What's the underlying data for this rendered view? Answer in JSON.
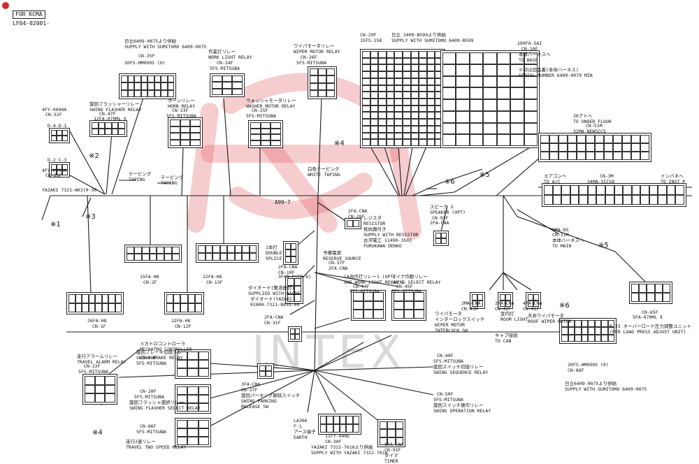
{
  "header": {
    "tag": "FOR KCMA",
    "code": "LF04-02001-"
  },
  "harness_label": "A99-7",
  "watermark_text": "INTEX",
  "markers": [
    "※1",
    "※2",
    "※3",
    "※4",
    "※5",
    "※6"
  ],
  "labels": {
    "l_4fy_1": "4FY-0090A",
    "l_cn32f": "CN-32F",
    "l_4fy_2": "4FY-0090A",
    "l_cn33f": "CN-33F",
    "l_yazaki_1": "YAZAKI 7321-W63[0-30",
    "l_swing_flasher": "旋回フラッシャーリレー\nSWING FLASHER RELAY",
    "l_cn47f": "CN-47F",
    "l_12fa_070ml": "12FA-070ML Ⅱ",
    "l_supply_35f": "日立6409-0075より供給\nSUPPLY WITH SUMITOMO 6409-0075",
    "l_cn35f": "CN-35F",
    "l_20fs": "20FS-HM090S (0)",
    "l_work_light": "作業灯リレー\nWORK LIGHT RELAY",
    "l_cn24f": "CN-24F",
    "l_5fs_24": "5FS-MITSUBA",
    "l_horn_relay": "ホーンリレー\nHORN RELAY",
    "l_cn23f": "CN-23F",
    "l_5fs_23": "5FS-MITSUBA",
    "l_wiper_motor_relay": "ワイパモータリレー\nWIPER MOTOR RELAY",
    "l_cn26f": "CN-26F",
    "l_5fs_26": "5FS-MITSUBA",
    "l_washer_motor": "ウォッシャモータリレー\nWASHER MOTOR RELAY",
    "l_cn25f": "CN-25F",
    "l_5fs_25": "5FS-MITSUBA",
    "l_taping_1": "テーピング\nTAPING",
    "l_taping_2": "テーピング\nTAPING",
    "l_white_taping": "白色テーピング\nWHITE TAPING",
    "l_cn29f": "CN-29F",
    "l_15fs": "15FS-158",
    "l_supply_bsp": "日立 3409-B599より供給\nSUPPLY WITH SUMITOMO 6409-B599",
    "l_100fa": "100FA-SAI",
    "l_cn10f": "CN-10F",
    "l_to_base": "本体ハーネスへ\nTO BASE",
    "l_cn_note": "※印は旧品番(本体ハーネス)\nSERIAL NUMBER 6409-0079 MIN",
    "l_20pt": "20アトへ\nTO UNDER FLOOR",
    "l_cn51m": "CN-51M",
    "l_32ma": "32MA-NEWSCCS",
    "l_aircon": "エアコンへ\nTO A/C",
    "l_cn3m": "CN-3M",
    "l_34ma": "34MA-SCCS8",
    "l_inpane": "インパネへ\nTO INST P",
    "l_2fa_cn28f": "2FA-CNA\nCN-28F",
    "l_resistor": "レジスタ\nRESISTOR",
    "l_supply_resistor": "抵抗器付き\nSUPPLY WITH RESISTOR",
    "l_furukawa": "古河電工 11490-3503\nFURUKAWA DENKO",
    "l_speaker": "スピーカ S\nSPEAKER (OPT)",
    "l_cn93f": "CN-93F",
    "l_2fa_93": "2FA-CNA",
    "l_3ma": "3MA-DS",
    "l_cn11m": "CN-11M",
    "l_to_main": "本体ハーネスへ\nTO MAIN",
    "l_15fa_h8": "15FA-H8",
    "l_cn2f": "CN-2F",
    "l_22fa_h8": "22FA-H8",
    "l_cn13f": "CN-13F",
    "l_26fa_h8": "26FA-H8",
    "l_cn1f": "CN-1F",
    "l_12fa_h8": "12FA-H8",
    "l_cn12f": "CN-12F",
    "l_a99": "A99-7",
    "l_reserve_source": "予備電源\nRESERVE SOURCE",
    "l_2fa_cn10f": "2FA-CNA\nCN-10F",
    "l_3fcn_ptc": "3FCN-P(FD-8)",
    "l_diode": "ダイオード(整流器付)\nSUPPLIED WITH DIODE",
    "l_yazaki_2": "ダイオード(YAZAKI\n01800-7321-8635-00",
    "l_cn37f": "CN-37F",
    "l_2fa_37": "2FA-CNA",
    "l_ca_relay": "CA自作灯リレー1 (OPT)\nONE WORK LIGHT RELAY 1",
    "l_cn44f": "CN-44F",
    "l_5fs_44": "5FS-MITSUBA",
    "l_swing_select": "マイナ作動リレー\nSWING SELECT RELAY",
    "l_cn45f": "CN-45F",
    "l_5fs_45": "5FS-MITSUBA",
    "l_2fa_cn31f": "2FA-CNA\nCN-31F",
    "l_double_splice": "2本打\nDOUBLE\nSPLICE",
    "l_wiper_int": "ワイパモータ\nインターロックスイッチ\nWIPER MOTOR\nINTERLOCK SW",
    "l_room_light": "室内灯\nROOM LIGHT",
    "l_roof_wiper": "天井ワイパモータ\nROOF WIPER MOTOR",
    "l_2ma_cn43m": "2MA-CNA\nCN-43M",
    "l_2fa_cn42f": "2FA-CNA\nCN-42F",
    "l_4fa_cn41f": "4FA-CNA\nCN-41F",
    "l_to_cab": "キャブ接続\nTO CAB",
    "l_cn65f": "CN-65F",
    "l_5fa_65": "5FA-070ML Ⅱ",
    "l_oper_press": "E-23 オーバーロード圧力調整ユニット\n(PER LOAD PRESS ADJUST UNIT)",
    "l_mech_ctrl": "メカトロコントローラ\nMECHATRO CONTROLLER",
    "l_travel_alarm": "走行アラームリレー\nTRAVEL ALARM RELAY",
    "l_cn22f": "CN-22F",
    "l_5fs_22": "5FS-MITSUBA",
    "l_swing_brake": "旋回ブレーキ切換リレー\nSWING BRAKE RELAY",
    "l_cn46f": "CN-46F",
    "l_5fs_46": "5FS-MITSUBA",
    "l_cn20f": "CN-20F",
    "l_5fs_20": "5FS-MITSUBA",
    "l_swing_flasher_2": "旋回フラッシャ選択リレー\nSWING FLASHER SELECT RELAY",
    "l_cn86f": "CN-86F",
    "l_5fs_86": "5FS-MITSUBA",
    "l_travel_two": "走行2速リレー\nTRAVEL TWO SPEED RELAY",
    "l_2fa_cn27f": "3FA-CNA\nCN-27F",
    "l_parking": "旋回パーキング解除スイッチ\nSWING PARKING\nRELEASE SW",
    "l_cn49f": "CN-49F",
    "l_5fs_49": "5FS-MITSUBA",
    "l_swing_seq": "旋回スイッチ切換リレー\nSWING SEQUENCE RELAY",
    "l_cn50f": "CN-50F",
    "l_5fs_50": "5FS-MITSUBA",
    "l_swing_oper": "旋回スイッチ操作リレー\nSWING OPERATION RELAY",
    "l_la306": "LA306\nF-1\nアース端子\nEARTH",
    "l_11fy": "11FY-090E\nCN-30F",
    "l_yazaki_3": "YAZAKI 7322-7616より供給\nSUPPLY WITH YAZAKI 7322-7616",
    "l_6fa_cn91f": "6FA-CNA\nCN-91F\nタイマ\nTIMER",
    "l_20fs_2": "20FS-HM090S (0)\nCN-66F",
    "l_supply_66": "日立6409-0075より供給\nSUPPLY WITH SUMITOMO 6409-0075",
    "l_d4d1": "D-4 D-1",
    "l_d2c3": "D-2 C-3"
  },
  "colors": {
    "wire": "#1a1a1a",
    "connector": "#222222",
    "wm_red": "#e15a60",
    "wm_grey": "#8a8a8a",
    "logo": "#d8262f"
  }
}
